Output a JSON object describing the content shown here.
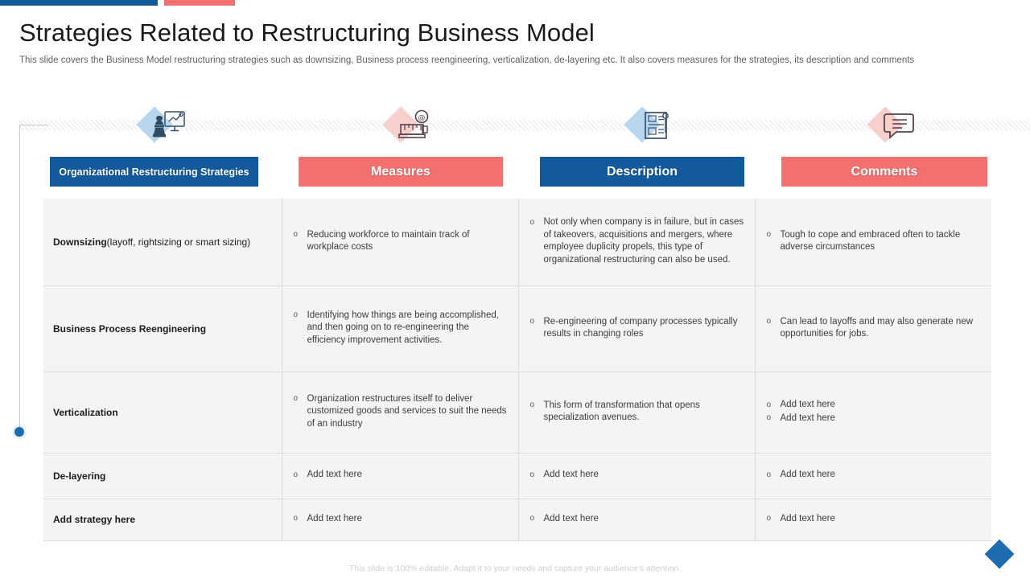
{
  "slide": {
    "title": "Strategies Related to Restructuring Business Model",
    "subtitle": "This slide covers the Business Model restructuring strategies such as downsizing, Business process reengineering, verticalization, de-layering etc. It also covers measures for the strategies, its description and comments",
    "footer_note": "This slide is 100% editable. Adapt it to your needs and capture your audience's attention."
  },
  "colors": {
    "brand_blue": "#125a9c",
    "brand_red": "#f2706e",
    "diamond_blue": "#b8d7ef",
    "diamond_pink": "#f7cfcd",
    "row_bg": "#f4f4f4",
    "text_dark": "#1c1c1c",
    "text_body": "#3c3c3c"
  },
  "icons": [
    {
      "name": "strategy-chessboard-icon",
      "diamond": "blue"
    },
    {
      "name": "measure-scale-icon",
      "diamond": "pink"
    },
    {
      "name": "document-description-icon",
      "diamond": "blue"
    },
    {
      "name": "speech-bubble-comment-icon",
      "diamond": "pink"
    }
  ],
  "headers": [
    {
      "label": "Organizational Restructuring Strategies",
      "style": "blue"
    },
    {
      "label": "Measures",
      "style": "red"
    },
    {
      "label": "Description",
      "style": "blue"
    },
    {
      "label": "Comments",
      "style": "red"
    }
  ],
  "rows": [
    {
      "strategy_bold": "Downsizing",
      "strategy_rest": "(layoff, rightsizing or smart sizing)",
      "measures": [
        "Reducing workforce to maintain track of workplace costs"
      ],
      "description": [
        "Not only when company is in failure,  but in cases of takeovers,  acquisitions and mergers, where employee duplicity propels, this type of organizational restructuring can also be used."
      ],
      "comments": [
        "Tough to cope and embraced often to tackle adverse circumstances"
      ]
    },
    {
      "strategy_bold": "Business Process Reengineering",
      "strategy_rest": "",
      "measures": [
        "Identifying how things are being accomplished, and then going on to re-engineering the efficiency improvement activities."
      ],
      "description": [
        "Re-engineering of company processes typically results in changing roles"
      ],
      "comments": [
        "Can lead to layoffs and may also generate new opportunities for jobs."
      ]
    },
    {
      "strategy_bold": "Verticalization",
      "strategy_rest": "",
      "measures": [
        "Organization restructures itself to deliver customized goods and services to suit the needs of an industry"
      ],
      "description": [
        "This form of transformation that opens specialization avenues."
      ],
      "comments": [
        "Add text here",
        "Add text here"
      ]
    },
    {
      "strategy_bold": "De-layering",
      "strategy_rest": "",
      "measures": [
        "Add text here"
      ],
      "description": [
        "Add text here"
      ],
      "comments": [
        "Add text here"
      ]
    },
    {
      "strategy_bold": "Add strategy here",
      "strategy_rest": "",
      "measures": [
        "Add text here"
      ],
      "description": [
        "Add text here"
      ],
      "comments": [
        "Add text here"
      ]
    }
  ]
}
